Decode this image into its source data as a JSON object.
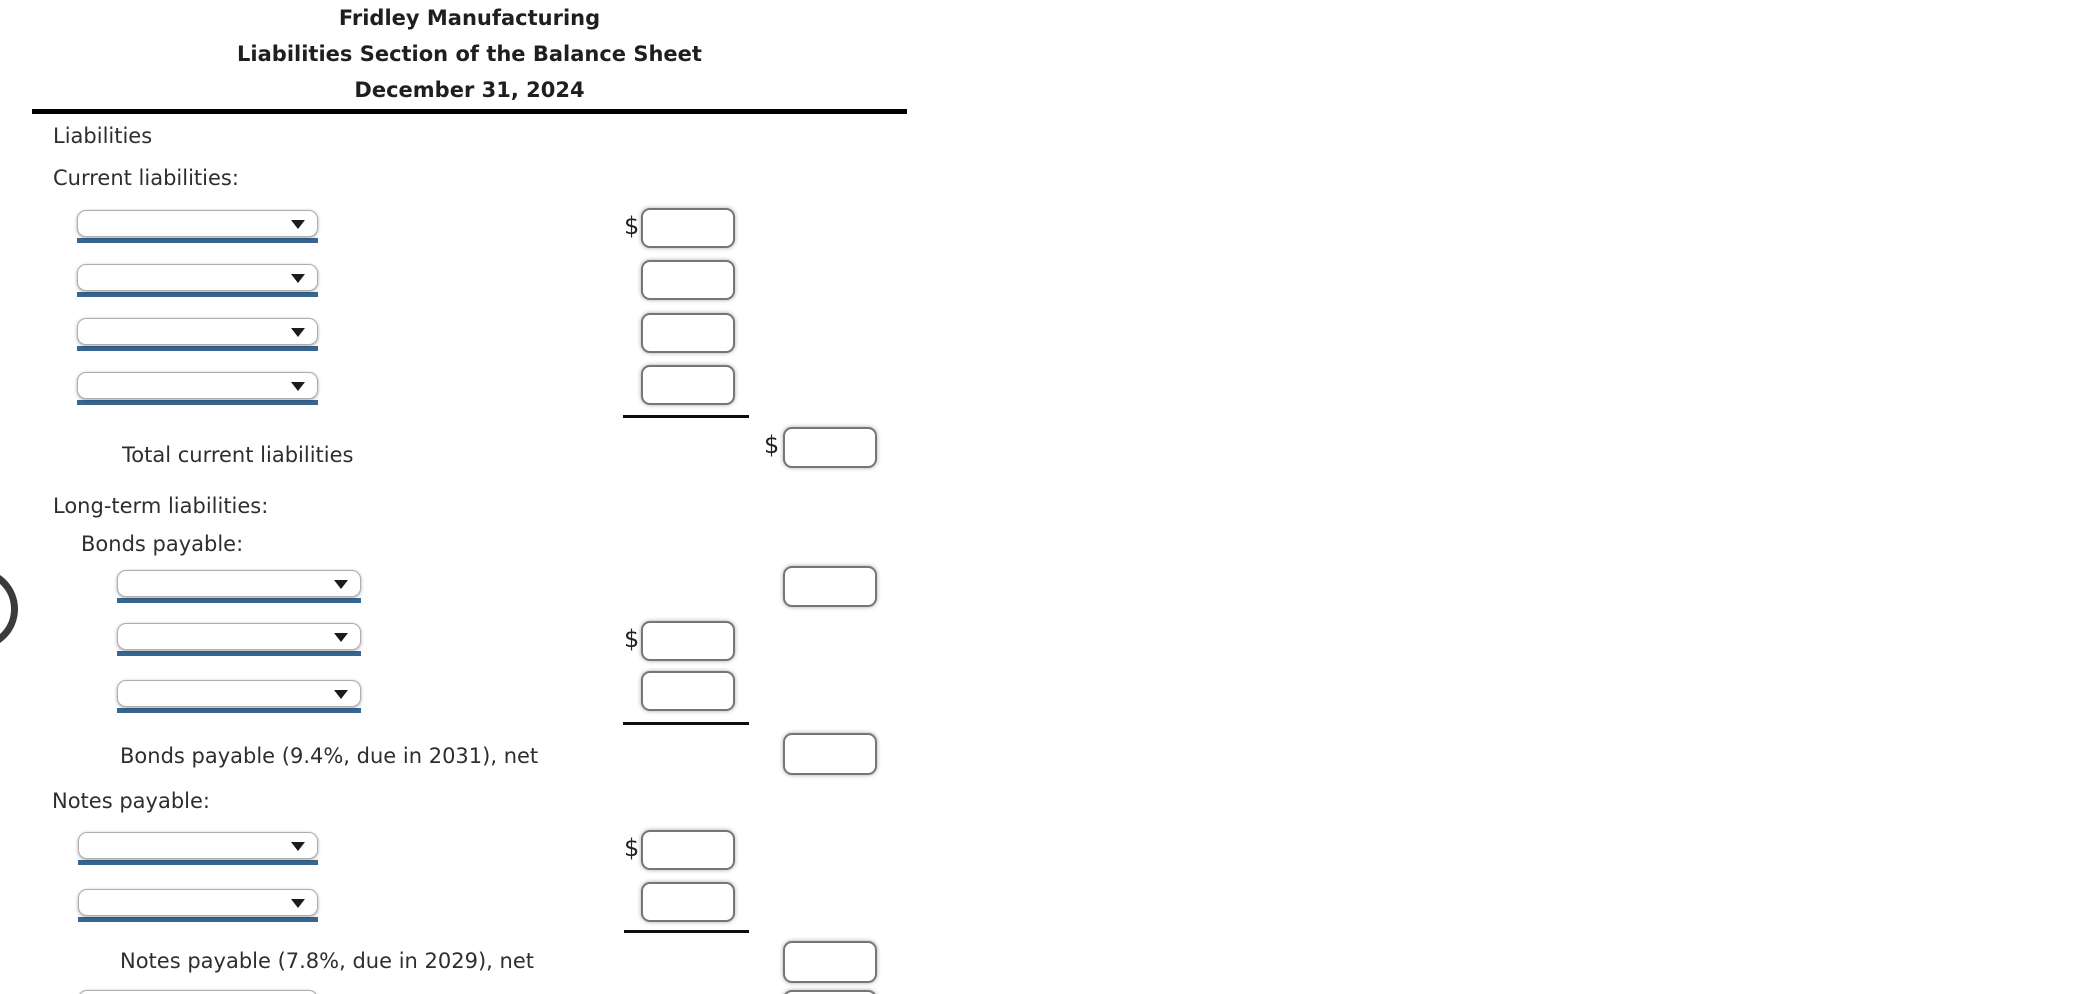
{
  "header": {
    "company_name": "Fridley Manufacturing",
    "report_title": "Liabilities Section of the Balance Sheet",
    "report_date": "December 31, 2024"
  },
  "section_labels": {
    "liabilities": "Liabilities",
    "current_liabilities": "Current liabilities:",
    "total_current_liabilities": "Total current liabilities",
    "long_term_liabilities": "Long-term liabilities:",
    "bonds_payable": "Bonds payable:",
    "bonds_payable_net": "Bonds payable (9.4%, due in 2031), net",
    "notes_payable": "Notes payable:",
    "notes_payable_net": "Notes payable (7.8%, due in 2029), net"
  },
  "currency_symbol": "$",
  "form": {
    "current_rows": [
      {
        "select_value": "",
        "amount": ""
      },
      {
        "select_value": "",
        "amount": ""
      },
      {
        "select_value": "",
        "amount": ""
      },
      {
        "select_value": "",
        "amount": ""
      }
    ],
    "total_current_amount": "",
    "bonds_rows": [
      {
        "select_value": "",
        "amount": ""
      },
      {
        "select_value": "",
        "amount": ""
      },
      {
        "select_value": "",
        "amount": ""
      }
    ],
    "bonds_net_amount": "",
    "notes_rows": [
      {
        "select_value": "",
        "amount": ""
      },
      {
        "select_value": "",
        "amount": ""
      }
    ],
    "notes_net_amount": "",
    "clipped_bottom_row": {
      "select_value": "",
      "amount": ""
    }
  },
  "colors": {
    "select_underline_blue": "#376690",
    "input_border_gray": "#767676",
    "sum_rule_black": "#0d0d0d",
    "header_rule_black": "#000000",
    "text": "#2e2e2e"
  }
}
